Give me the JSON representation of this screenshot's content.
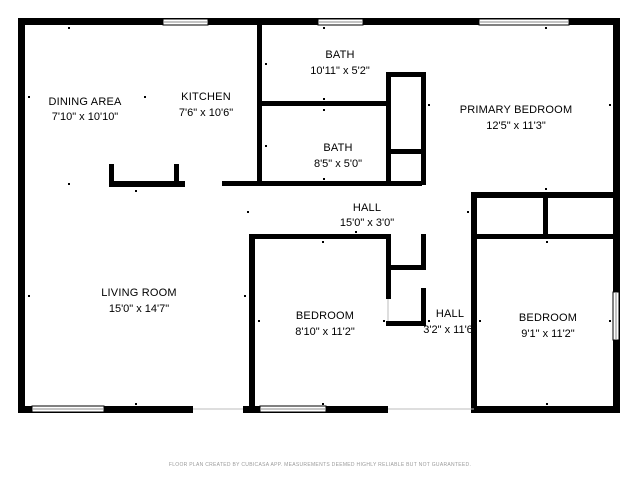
{
  "rooms": {
    "dining_area": {
      "name": "DINING AREA",
      "dims": "7'10\" x 10'10\""
    },
    "kitchen": {
      "name": "KITCHEN",
      "dims": "7'6\" x 10'6\""
    },
    "bath_top": {
      "name": "BATH",
      "dims": "10'11\" x 5'2\""
    },
    "bath_mid": {
      "name": "BATH",
      "dims": "8'5\" x 5'0\""
    },
    "primary_bedroom": {
      "name": "PRIMARY BEDROOM",
      "dims": "12'5\" x 11'3\""
    },
    "hall_main": {
      "name": "HALL",
      "dims": "15'0\" x 3'0\""
    },
    "living_room": {
      "name": "LIVING ROOM",
      "dims": "15'0\" x 14'7\""
    },
    "bedroom_center": {
      "name": "BEDROOM",
      "dims": "8'10\" x 11'2\""
    },
    "hall_small": {
      "name": "HALL",
      "dims": "3'2\" x 11'6\""
    },
    "bedroom_right": {
      "name": "BEDROOM",
      "dims": "9'1\" x 11'2\""
    }
  },
  "footer": {
    "text": "FLOOR PLAN CREATED BY CUBICASA APP. MEASUREMENTS DEEMED HIGHLY RELIABLE BUT NOT GUARANTEED."
  },
  "colors": {
    "wall": "#000000",
    "background": "#ffffff",
    "footer_text": "#9a9a9a"
  }
}
